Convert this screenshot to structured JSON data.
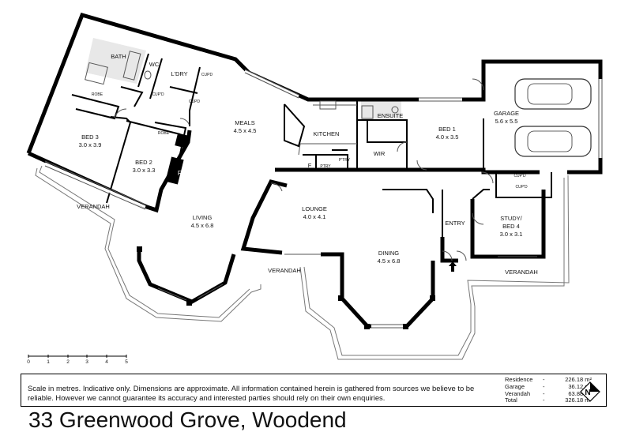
{
  "rooms": {
    "bath": {
      "name": "BATH"
    },
    "wc": {
      "name": "WC"
    },
    "laundry": {
      "name": "L'DRY"
    },
    "bed3": {
      "name": "BED 3",
      "size": "3.0 x 3.9"
    },
    "bed2": {
      "name": "BED 2",
      "size": "3.0 x 3.3"
    },
    "meals": {
      "name": "MEALS",
      "size": "4.5 x 4.5"
    },
    "kitchen": {
      "name": "KITCHEN"
    },
    "ensuite": {
      "name": "ENSUITE"
    },
    "wir": {
      "name": "WIR"
    },
    "bed1": {
      "name": "BED 1",
      "size": "4.0 x 3.5"
    },
    "garage": {
      "name": "GARAGE",
      "size": "5.6 x 5.5"
    },
    "living": {
      "name": "LIVING",
      "size": "4.5 x 6.8"
    },
    "lounge": {
      "name": "LOUNGE",
      "size": "4.0 x 4.1"
    },
    "dining": {
      "name": "DINING",
      "size": "4.5 x 6.8"
    },
    "entry": {
      "name": "ENTRY"
    },
    "study": {
      "line1": "STUDY/",
      "line2": "BED 4",
      "size": "3.0 x 3.1"
    }
  },
  "fixtures": {
    "robe": "ROBE",
    "cupd": "CUP'D",
    "cupd_short": "CUPD",
    "fridge": "F",
    "pantry": "PTRY",
    "pantry2": "P'TRY",
    "fireplace": "FP"
  },
  "verandahs": [
    "VERANDAH",
    "VERANDAH",
    "VERANDAH"
  ],
  "scale": {
    "ticks": [
      "0",
      "1",
      "2",
      "3",
      "4",
      "5"
    ]
  },
  "disclaimer": "Scale in metres. Indicative only. Dimensions are approximate.  All information contained herein is gathered from sources we believe to be reliable. However we cannot guarantee its accuracy and interested parties should rely on their own enquiries.",
  "areas": [
    {
      "name": "Residence",
      "value": "226.18 m²"
    },
    {
      "name": "Garage",
      "value": "36.12 m²"
    },
    {
      "name": "Verandah",
      "value": "63.88 m²"
    },
    {
      "name": "Total",
      "value": "326.18 m²"
    }
  ],
  "north_label": "N",
  "address": "33 Greenwood Grove, Woodend"
}
